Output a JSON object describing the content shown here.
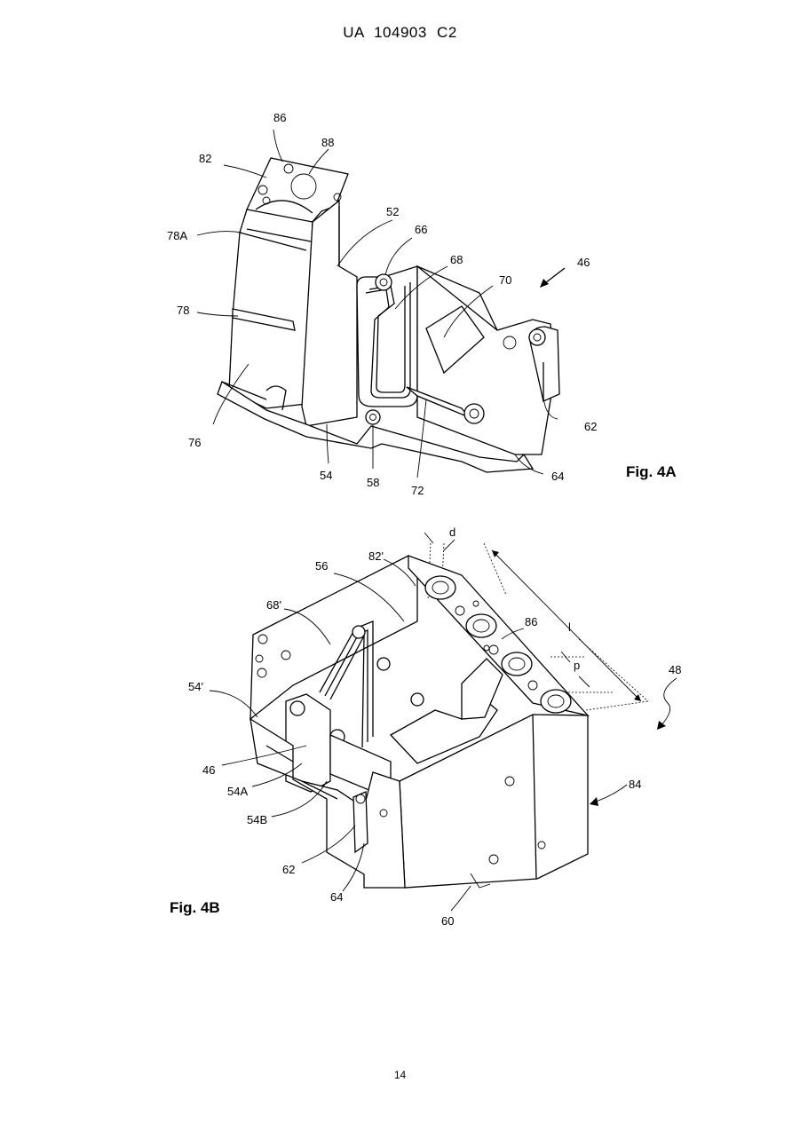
{
  "header": "UA 104903 C2",
  "page_number": "14",
  "figures": [
    {
      "caption": "Fig. 4A",
      "labels": [
        "86",
        "88",
        "82",
        "52",
        "66",
        "78A",
        "68",
        "46",
        "70",
        "78",
        "76",
        "62",
        "54",
        "58",
        "72",
        "64"
      ]
    },
    {
      "caption": "Fig. 4B",
      "labels": [
        "d",
        "82'",
        "56",
        "68'",
        "86",
        "l",
        "p",
        "48",
        "54'",
        "46",
        "54A",
        "54B",
        "84",
        "62",
        "64",
        "60"
      ]
    }
  ]
}
